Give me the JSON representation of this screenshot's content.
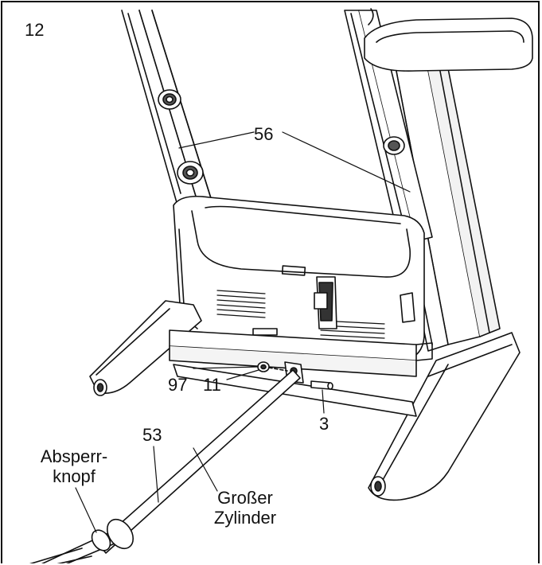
{
  "step_number": "12",
  "callouts": {
    "part_56": "56",
    "part_97": "97",
    "part_11": "11",
    "part_3": "3",
    "part_53": "53",
    "lock_knob_line1": "Absperr-",
    "lock_knob_line2": "knopf",
    "large_cylinder_line1": "Großer",
    "large_cylinder_line2": "Zylinder"
  },
  "colors": {
    "line": "#111111",
    "paper": "#ffffff",
    "shade": "#d9d9d9"
  }
}
